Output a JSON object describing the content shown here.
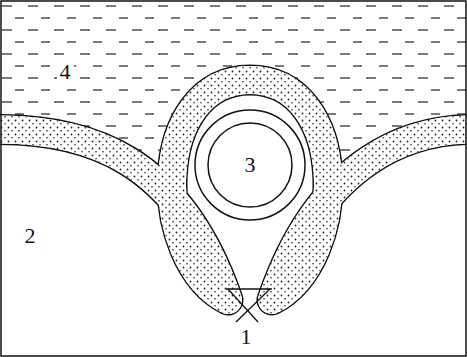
{
  "diagram": {
    "nodes": [
      {
        "text": [
          "3"
        ]
      }
    ],
    "labels": [
      "4",
      "2",
      "1"
    ]
  }
}
